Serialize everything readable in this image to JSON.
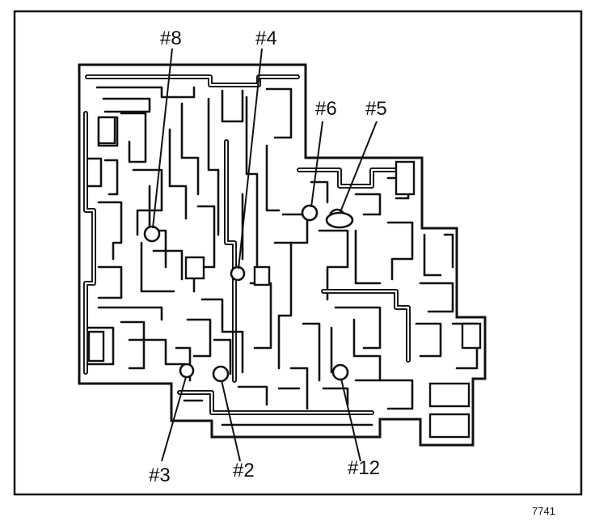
{
  "figure_number": "7741",
  "labels": {
    "ball8": "#8",
    "ball4": "#4",
    "ball6": "#6",
    "ball5": "#5",
    "ball3": "#3",
    "ball2": "#2",
    "ball12": "#12"
  },
  "colors": {
    "ink": "#111111",
    "paper": "#ffffff"
  }
}
